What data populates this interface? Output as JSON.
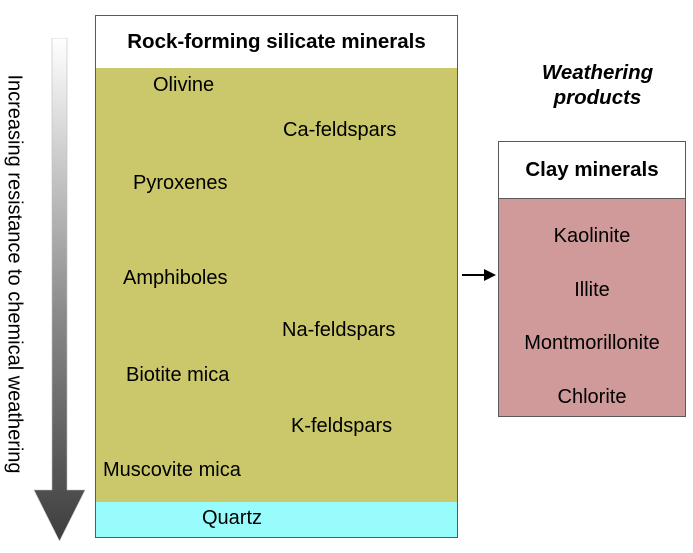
{
  "axis_label": "Increasing resistance to chemical weathering",
  "main_box": {
    "title": "Rock-forming silicate minerals",
    "minerals": [
      "Olivine",
      "Ca-feldspars",
      "Pyroxenes",
      "Amphiboles",
      "Na-feldspars",
      "Biotite mica",
      "K-feldspars",
      "Muscovite mica"
    ],
    "quartz": "Quartz",
    "colors": {
      "body": "#cac86a",
      "quartz": "#99fcfc"
    }
  },
  "weathering_products": {
    "title_line1": "Weathering",
    "title_line2": "products"
  },
  "clay_box": {
    "title": "Clay minerals",
    "items": [
      "Kaolinite",
      "Illite",
      "Montmorillonite",
      "Chlorite"
    ],
    "color": "#d09a9a"
  }
}
